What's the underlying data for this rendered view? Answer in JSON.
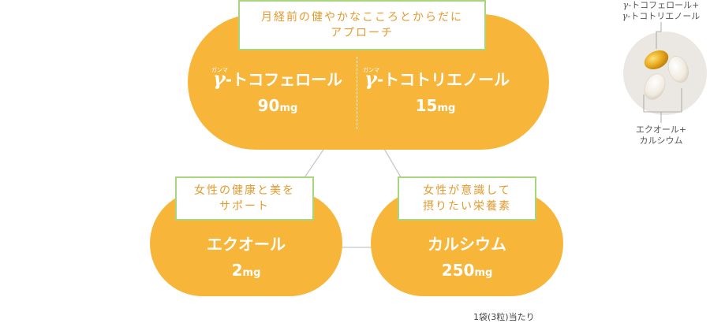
{
  "top_group": {
    "caption_line1": "月経前の健やかなこころとからだに",
    "caption_line2": "アプローチ",
    "gamma_symbol": "γ",
    "gamma_ruby": "ガンマ",
    "tocopherol": {
      "name": "-トコフェロール",
      "amount": "90",
      "unit": "mg"
    },
    "tocotrienol": {
      "name": "-トコトリエノール",
      "amount": "15",
      "unit": "mg"
    }
  },
  "left_group": {
    "caption_line1": "女性の健康と美を",
    "caption_line2": "サポート",
    "name": "エクオール",
    "amount": "2",
    "unit": "mg"
  },
  "right_group": {
    "caption_line1": "女性が意識して",
    "caption_line2": "摂りたい栄養素",
    "name": "カルシウム",
    "amount": "250",
    "unit": "mg"
  },
  "footnote": "1袋(3粒)当たり",
  "side_labels": {
    "gamma_symbol": "γ",
    "top_line1": "-トコフェロール+",
    "top_line2": "-トコトリエノール",
    "bottom_line1": "エクオール+",
    "bottom_line2": "カルシウム"
  },
  "colors": {
    "pill": "#f7b63a",
    "caption_border": "#a8d67c",
    "caption_text": "#e49a2f",
    "connector": "#c8c8c8"
  }
}
